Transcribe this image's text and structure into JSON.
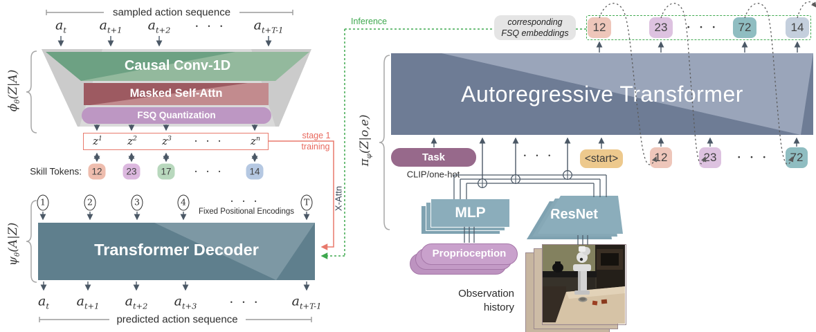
{
  "ui": {
    "dots": "• • •"
  },
  "colors": {
    "accent_green": "#3ea84e",
    "accent_red": "#e8796c",
    "conv_green_light": "#93b99d",
    "conv_green_dark": "#6da183",
    "attn_rose_light": "#c28b8e",
    "attn_rose_dark": "#9d5a61",
    "fsq_purple": "#bd97c3",
    "decoder_teal_light": "#7d98a4",
    "decoder_teal_dark": "#5f7f8d",
    "transformer_blue_light": "#9aa5ba",
    "transformer_blue_dark": "#6e7c95",
    "task_purple": "#97698b",
    "start_yellow": "#edc98d",
    "mlp_teal": "#8badbb",
    "proprio_purple": "#c9a1cc"
  },
  "left": {
    "top_bracket": "sampled action sequence",
    "actions_top": [
      {
        "base": "a",
        "sub": "t"
      },
      {
        "base": "a",
        "sub": "t+1"
      },
      {
        "base": "a",
        "sub": "t+2"
      },
      {
        "base": "a",
        "sub": "t+T-1"
      }
    ],
    "encoder_sym": {
      "sym": "ϕ",
      "sub": "θ",
      "rest": "(Z|A)"
    },
    "layers": [
      "Causal Conv-1D",
      "Masked Self-Attn",
      "FSQ Quantization"
    ],
    "z_tokens": [
      {
        "base": "z",
        "sup": "1"
      },
      {
        "base": "z",
        "sup": "2"
      },
      {
        "base": "z",
        "sup": "3"
      },
      {
        "base": "z",
        "sup": "n"
      }
    ],
    "skill_label": "Skill Tokens:",
    "skill_tokens": [
      {
        "value": "12",
        "bg": "#eebdae"
      },
      {
        "value": "23",
        "bg": "#dcb8df"
      },
      {
        "value": "17",
        "bg": "#b8d8bd"
      },
      {
        "value": "14",
        "bg": "#b5c8e2"
      }
    ],
    "pos_tokens": [
      "1",
      "2",
      "3",
      "4",
      "T"
    ],
    "pos_label": "Fixed Positional Encodings",
    "decoder_sym": {
      "sym": "ψ",
      "sub": "θ",
      "rest": "(A|Z)"
    },
    "decoder_label": "Transformer Decoder",
    "actions_bottom": [
      {
        "base": "a",
        "sub": "t"
      },
      {
        "base": "a",
        "sub": "t+1"
      },
      {
        "base": "a",
        "sub": "t+2"
      },
      {
        "base": "a",
        "sub": "t+3"
      },
      {
        "base": "a",
        "sub": "t+T-1"
      }
    ],
    "bottom_bracket": "predicted action sequence"
  },
  "middle": {
    "stage_note": [
      "stage 1",
      "training"
    ],
    "xattn": "X-Attn",
    "inference": "Inference"
  },
  "right": {
    "policy_sym": {
      "sym": "π",
      "sub": "φ",
      "rest": "(Z|o,e)"
    },
    "transformer_label": "Autoregressive Transformer",
    "fsq_note": [
      "corresponding",
      "FSQ embeddings"
    ],
    "top_tokens": [
      {
        "value": "12",
        "bg": "#eec6ba"
      },
      {
        "value": "23",
        "bg": "#ddc2e0"
      },
      {
        "value": "72",
        "bg": "#8fbdc1"
      },
      {
        "value": "14",
        "bg": "#c4cfdd"
      }
    ],
    "task_label": "Task",
    "task_sub": "CLIP/one-hot",
    "start_token": "<start>",
    "bottom_tokens": [
      {
        "value": "12",
        "bg": "#eec6ba"
      },
      {
        "value": "23",
        "bg": "#ddc2e0"
      },
      {
        "value": "72",
        "bg": "#8fbdc1"
      }
    ],
    "mlp_label": "MLP",
    "resnet_label": "ResNet",
    "proprio_label": "Proprioception",
    "obs_lines": [
      "Observation",
      "history"
    ]
  }
}
